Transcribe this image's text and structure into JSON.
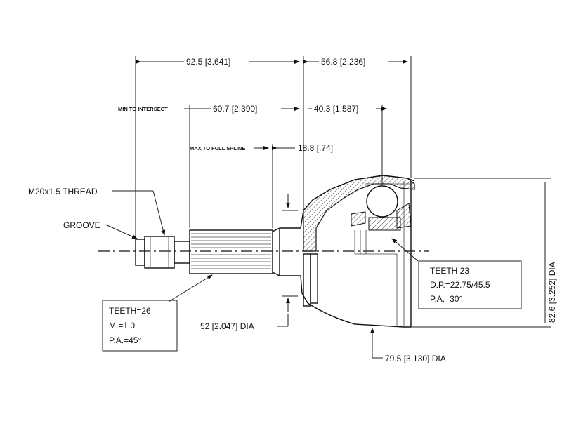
{
  "dimensions": {
    "overall_left": "92.5 [3.641]",
    "overall_right": "56.8 [2.236]",
    "min_intersect_label": "MIN TO INTERSECT",
    "min_intersect_value": "60.7 [2.390]",
    "right_inner": "40.3 [1.587]",
    "full_spline_label": "MAX TO FULL SPLINE",
    "full_spline_value": "18.8 [.74]",
    "height_dia": "82.6 [3.252] DIA",
    "neck_dia": "52 [2.047] DIA",
    "body_dia": "79.5 [3.130] DIA"
  },
  "labels": {
    "thread": "M20x1.5 THREAD",
    "groove": "GROOVE"
  },
  "boxes": {
    "left": [
      "TEETH=26",
      "M.=1.0",
      "P.A.=45°"
    ],
    "right": [
      "TEETH 23",
      "D.P.=22.75/45.5",
      "P.A.=30°"
    ]
  }
}
